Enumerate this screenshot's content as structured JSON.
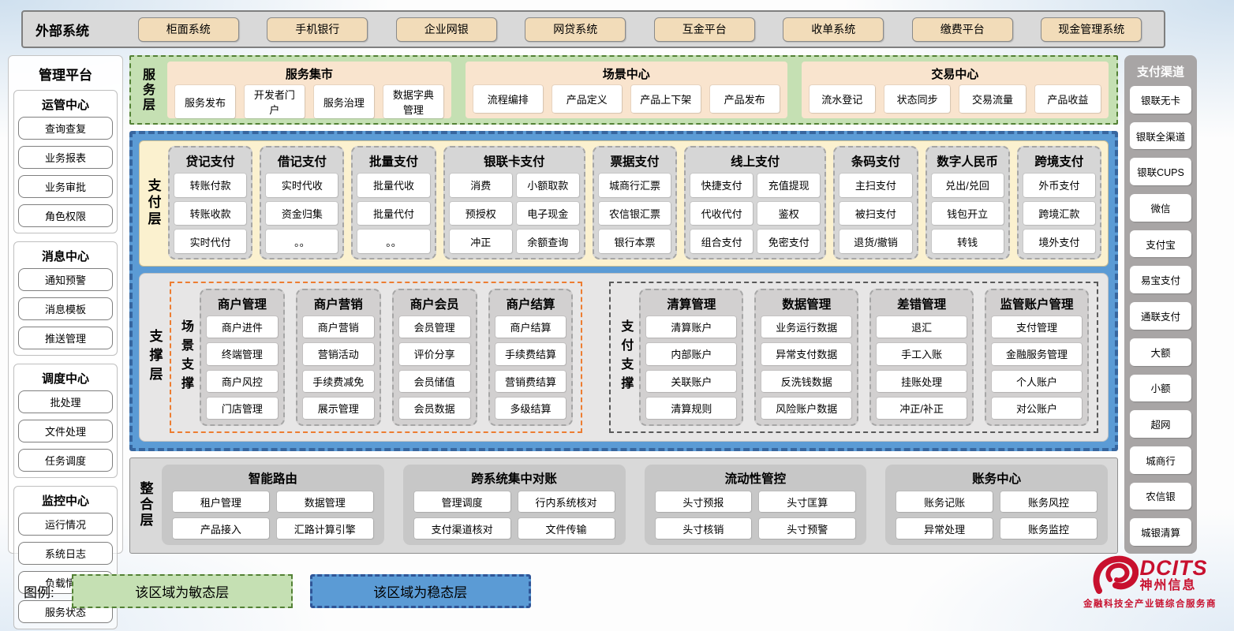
{
  "external_systems": {
    "label": "外部系统",
    "items": [
      "柜面系统",
      "手机银行",
      "企业网银",
      "网贷系统",
      "互金平台",
      "收单系统",
      "缴费平台",
      "现金管理系统"
    ]
  },
  "management_platform": {
    "title": "管理平台",
    "groups": [
      {
        "title": "运管中心",
        "items": [
          "查询查复",
          "业务报表",
          "业务审批",
          "角色权限"
        ]
      },
      {
        "title": "消息中心",
        "items": [
          "通知预警",
          "消息模板",
          "推送管理"
        ]
      },
      {
        "title": "调度中心",
        "items": [
          "批处理",
          "文件处理",
          "任务调度"
        ]
      },
      {
        "title": "监控中心",
        "items": [
          "运行情况",
          "系统日志",
          "负载情况",
          "服务状态"
        ]
      }
    ]
  },
  "service_layer": {
    "label": "服务层",
    "panels": [
      {
        "title": "服务集市",
        "items": [
          "服务发布",
          "开发者门户",
          "服务治理",
          "数据字典管理"
        ]
      },
      {
        "title": "场景中心",
        "items": [
          "流程编排",
          "产品定义",
          "产品上下架",
          "产品发布"
        ]
      },
      {
        "title": "交易中心",
        "items": [
          "流水登记",
          "状态同步",
          "交易流量",
          "产品收益"
        ]
      }
    ]
  },
  "payment_layer": {
    "label": "支付层",
    "columns": [
      {
        "title": "贷记支付",
        "wide": false,
        "items": [
          "转账付款",
          "转账收款",
          "实时代付"
        ]
      },
      {
        "title": "借记支付",
        "wide": false,
        "items": [
          "实时代收",
          "资金归集",
          "。。"
        ]
      },
      {
        "title": "批量支付",
        "wide": false,
        "items": [
          "批量代收",
          "批量代付",
          "。。"
        ]
      },
      {
        "title": "银联卡支付",
        "wide": true,
        "items": [
          "消费",
          "小额取款",
          "预授权",
          "电子现金",
          "冲正",
          "余额查询"
        ]
      },
      {
        "title": "票据支付",
        "wide": false,
        "items": [
          "城商行汇票",
          "农信银汇票",
          "银行本票"
        ]
      },
      {
        "title": "线上支付",
        "wide": true,
        "items": [
          "快捷支付",
          "充值提现",
          "代收代付",
          "鉴权",
          "组合支付",
          "免密支付"
        ]
      },
      {
        "title": "条码支付",
        "wide": false,
        "items": [
          "主扫支付",
          "被扫支付",
          "退货/撤销"
        ]
      },
      {
        "title": "数字人民币",
        "wide": false,
        "items": [
          "兑出/兑回",
          "钱包开立",
          "转钱"
        ]
      },
      {
        "title": "跨境支付",
        "wide": false,
        "items": [
          "外币支付",
          "跨境汇款",
          "境外支付"
        ]
      }
    ]
  },
  "support_layer": {
    "label": "支撑层",
    "sections": [
      {
        "label": "场景支撑",
        "style": "orange",
        "columns": [
          {
            "title": "商户管理",
            "items": [
              "商户进件",
              "终端管理",
              "商户风控",
              "门店管理"
            ]
          },
          {
            "title": "商户营销",
            "items": [
              "商户营销",
              "营销活动",
              "手续费减免",
              "展示管理"
            ]
          },
          {
            "title": "商户会员",
            "items": [
              "会员管理",
              "评价分享",
              "会员储值",
              "会员数据"
            ]
          },
          {
            "title": "商户结算",
            "items": [
              "商户结算",
              "手续费结算",
              "营销费结算",
              "多级结算"
            ]
          }
        ]
      },
      {
        "label": "支付支撑",
        "style": "dark",
        "columns": [
          {
            "title": "清算管理",
            "items": [
              "清算账户",
              "内部账户",
              "关联账户",
              "清算规则"
            ]
          },
          {
            "title": "数据管理",
            "items": [
              "业务运行数据",
              "异常支付数据",
              "反洗钱数据",
              "风险账户数据"
            ]
          },
          {
            "title": "差错管理",
            "items": [
              "退汇",
              "手工入账",
              "挂账处理",
              "冲正/补正"
            ]
          },
          {
            "title": "监管账户管理",
            "items": [
              "支付管理",
              "金融服务管理",
              "个人账户",
              "对公账户"
            ]
          }
        ]
      }
    ]
  },
  "integration_layer": {
    "label": "整合层",
    "panels": [
      {
        "title": "智能路由",
        "items": [
          "租户管理",
          "数据管理",
          "产品接入",
          "汇路计算引擎"
        ]
      },
      {
        "title": "跨系统集中对账",
        "items": [
          "管理调度",
          "行内系统核对",
          "支付渠道核对",
          "文件传输"
        ]
      },
      {
        "title": "流动性管控",
        "items": [
          "头寸预报",
          "头寸匡算",
          "头寸核销",
          "头寸预警"
        ]
      },
      {
        "title": "账务中心",
        "items": [
          "账务记账",
          "账务风控",
          "异常处理",
          "账务监控"
        ]
      }
    ]
  },
  "payment_channels": {
    "title": "支付渠道",
    "items": [
      "银联无卡",
      "银联全渠道",
      "银联CUPS",
      "微信",
      "支付宝",
      "易宝支付",
      "通联支付",
      "大额",
      "小额",
      "超网",
      "城商行",
      "农信银",
      "城银清算"
    ]
  },
  "legend": {
    "label": "图例:",
    "agile": "该区域为敏态层",
    "stable": "该区域为稳态层"
  },
  "logo": {
    "brand": "DCITS",
    "company": "神州信息",
    "tagline": "金融科技全产业链综合服务商"
  },
  "colors": {
    "agile_bg": "#C5E0B3",
    "agile_border": "#538135",
    "stable_bg": "#5B9BD5",
    "stable_border": "#2F5597",
    "service_panel_bg": "#F9E4CE",
    "payment_panel_bg": "#FBF1CF",
    "column_gray": "#D6D6D6",
    "topbar_gray": "#D9D9D9",
    "tan_button": "#F2DCB9",
    "channel_sidebar": "#A8A5A5",
    "brand_red": "#C8102E"
  }
}
